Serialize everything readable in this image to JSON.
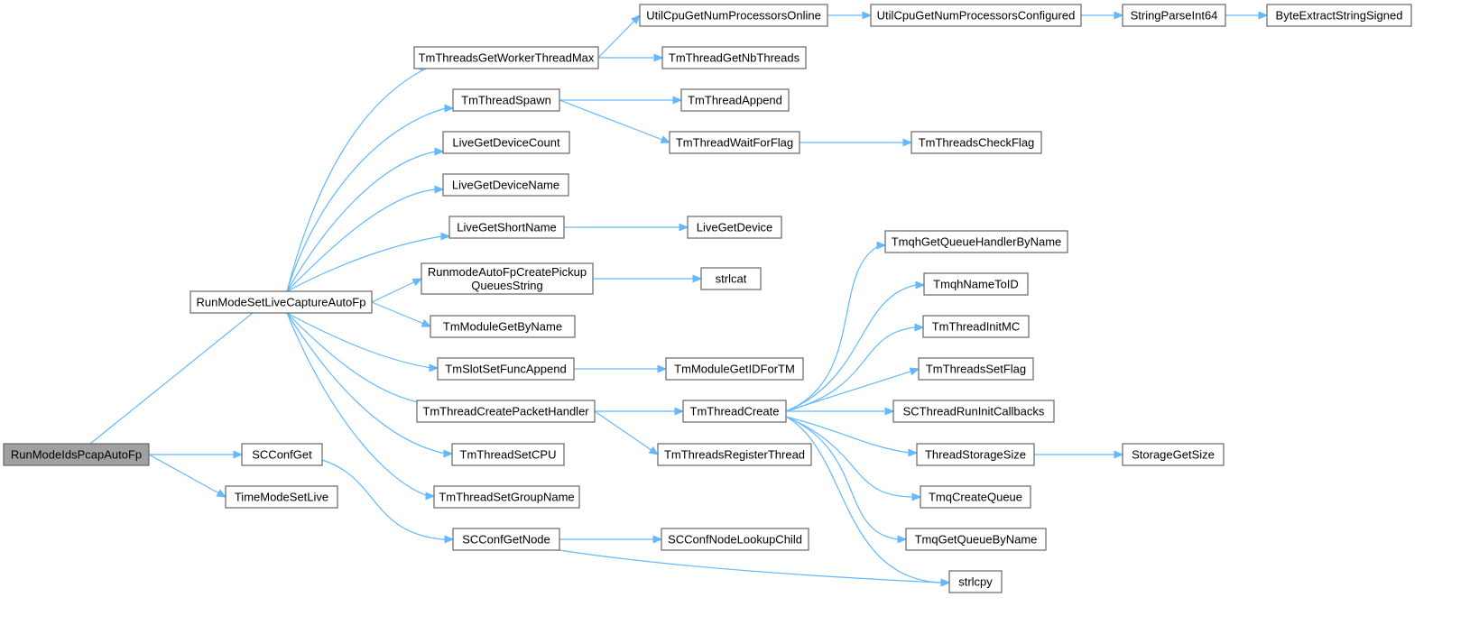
{
  "diagram": {
    "type": "call-graph",
    "colors": {
      "edge": "#63b8ff",
      "node_border": "#666666",
      "root_fill": "#a0a0a0",
      "node_fill": "#ffffff"
    },
    "nodes": [
      {
        "id": "root",
        "label": [
          "RunModeIdsPcapAutoFp"
        ]
      },
      {
        "id": "setlive",
        "label": [
          "RunModeSetLiveCaptureAutoFp"
        ]
      },
      {
        "id": "scconfget",
        "label": [
          "SCConfGet"
        ]
      },
      {
        "id": "timemode",
        "label": [
          "TimeModeSetLive"
        ]
      },
      {
        "id": "workermax",
        "label": [
          "TmThreadsGetWorkerThreadMax"
        ]
      },
      {
        "id": "spawn",
        "label": [
          "TmThreadSpawn"
        ]
      },
      {
        "id": "devcount",
        "label": [
          "LiveGetDeviceCount"
        ]
      },
      {
        "id": "devname",
        "label": [
          "LiveGetDeviceName"
        ]
      },
      {
        "id": "shortname",
        "label": [
          "LiveGetShortName"
        ]
      },
      {
        "id": "pickup",
        "label": [
          "RunmodeAutoFpCreatePickup",
          "QueuesString"
        ]
      },
      {
        "id": "modbyname",
        "label": [
          "TmModuleGetByName"
        ]
      },
      {
        "id": "slotappend",
        "label": [
          "TmSlotSetFuncAppend"
        ]
      },
      {
        "id": "pkthandler",
        "label": [
          "TmThreadCreatePacketHandler"
        ]
      },
      {
        "id": "setcpu",
        "label": [
          "TmThreadSetCPU"
        ]
      },
      {
        "id": "groupname",
        "label": [
          "TmThreadSetGroupName"
        ]
      },
      {
        "id": "confnode",
        "label": [
          "SCConfGetNode"
        ]
      },
      {
        "id": "cpuonline",
        "label": [
          "UtilCpuGetNumProcessorsOnline"
        ]
      },
      {
        "id": "nbthreads",
        "label": [
          "TmThreadGetNbThreads"
        ]
      },
      {
        "id": "tappend",
        "label": [
          "TmThreadAppend"
        ]
      },
      {
        "id": "waitflag",
        "label": [
          "TmThreadWaitForFlag"
        ]
      },
      {
        "id": "livedevice",
        "label": [
          "LiveGetDevice"
        ]
      },
      {
        "id": "strlcat",
        "label": [
          "strlcat"
        ]
      },
      {
        "id": "modid",
        "label": [
          "TmModuleGetIDForTM"
        ]
      },
      {
        "id": "tcreate",
        "label": [
          "TmThreadCreate"
        ]
      },
      {
        "id": "regthread",
        "label": [
          "TmThreadsRegisterThread"
        ]
      },
      {
        "id": "lookupchild",
        "label": [
          "SCConfNodeLookupChild"
        ]
      },
      {
        "id": "cpuconf",
        "label": [
          "UtilCpuGetNumProcessorsConfigured"
        ]
      },
      {
        "id": "checkflag",
        "label": [
          "TmThreadsCheckFlag"
        ]
      },
      {
        "id": "qhbyname",
        "label": [
          "TmqhGetQueueHandlerByName"
        ]
      },
      {
        "id": "qhnametoid",
        "label": [
          "TmqhNameToID"
        ]
      },
      {
        "id": "initmc",
        "label": [
          "TmThreadInitMC"
        ]
      },
      {
        "id": "setflag",
        "label": [
          "TmThreadsSetFlag"
        ]
      },
      {
        "id": "runinit",
        "label": [
          "SCThreadRunInitCallbacks"
        ]
      },
      {
        "id": "storagesize",
        "label": [
          "ThreadStorageSize"
        ]
      },
      {
        "id": "createqueue",
        "label": [
          "TmqCreateQueue"
        ]
      },
      {
        "id": "qbyname",
        "label": [
          "TmqGetQueueByName"
        ]
      },
      {
        "id": "strlcpy",
        "label": [
          "strlcpy"
        ]
      },
      {
        "id": "parseint",
        "label": [
          "StringParseInt64"
        ]
      },
      {
        "id": "getsize",
        "label": [
          "StorageGetSize"
        ]
      },
      {
        "id": "byteextract",
        "label": [
          "ByteExtractStringSigned"
        ]
      }
    ],
    "edges": [
      [
        "root",
        "setlive"
      ],
      [
        "root",
        "scconfget"
      ],
      [
        "root",
        "timemode"
      ],
      [
        "setlive",
        "workermax"
      ],
      [
        "setlive",
        "spawn"
      ],
      [
        "setlive",
        "devcount"
      ],
      [
        "setlive",
        "devname"
      ],
      [
        "setlive",
        "shortname"
      ],
      [
        "setlive",
        "pickup"
      ],
      [
        "setlive",
        "modbyname"
      ],
      [
        "setlive",
        "slotappend"
      ],
      [
        "setlive",
        "pkthandler"
      ],
      [
        "setlive",
        "setcpu"
      ],
      [
        "setlive",
        "groupname"
      ],
      [
        "scconfget",
        "confnode"
      ],
      [
        "workermax",
        "cpuonline"
      ],
      [
        "workermax",
        "nbthreads"
      ],
      [
        "spawn",
        "tappend"
      ],
      [
        "spawn",
        "waitflag"
      ],
      [
        "shortname",
        "livedevice"
      ],
      [
        "pickup",
        "strlcat"
      ],
      [
        "slotappend",
        "modid"
      ],
      [
        "pkthandler",
        "tcreate"
      ],
      [
        "pkthandler",
        "regthread"
      ],
      [
        "confnode",
        "lookupchild"
      ],
      [
        "confnode",
        "strlcpy"
      ],
      [
        "cpuonline",
        "cpuconf"
      ],
      [
        "cpuconf",
        "parseint"
      ],
      [
        "parseint",
        "byteextract"
      ],
      [
        "waitflag",
        "checkflag"
      ],
      [
        "tcreate",
        "qhbyname"
      ],
      [
        "tcreate",
        "qhnametoid"
      ],
      [
        "tcreate",
        "initmc"
      ],
      [
        "tcreate",
        "setflag"
      ],
      [
        "tcreate",
        "runinit"
      ],
      [
        "tcreate",
        "storagesize"
      ],
      [
        "tcreate",
        "createqueue"
      ],
      [
        "tcreate",
        "qbyname"
      ],
      [
        "tcreate",
        "strlcpy"
      ],
      [
        "storagesize",
        "getsize"
      ]
    ]
  }
}
